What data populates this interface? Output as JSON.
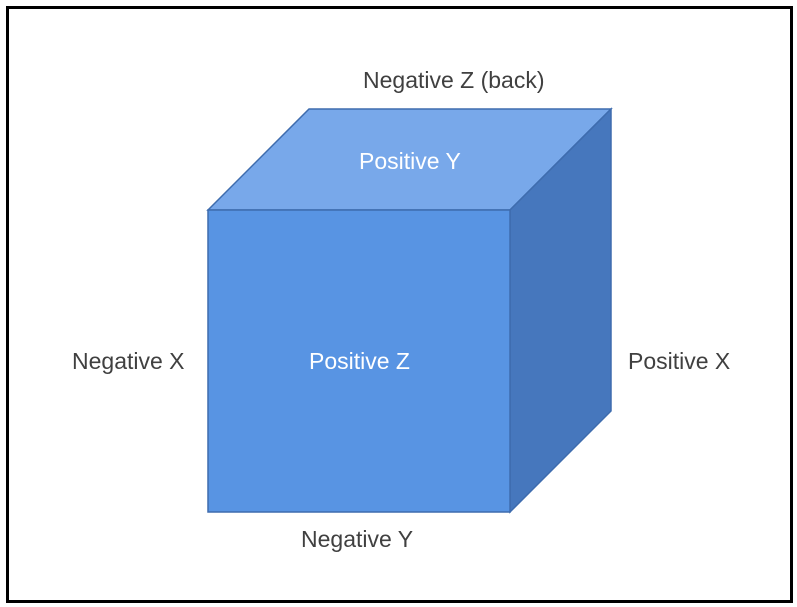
{
  "colors": {
    "front_face": "#5894E3",
    "top_face": "#78A8EA",
    "right_face": "#4677BD",
    "edge": "#3E6CAE",
    "outer_label": "#404040",
    "face_label": "#ffffff",
    "border": "#000000"
  },
  "labels": {
    "top": "Negative Z (back)",
    "top_face": "Positive Y",
    "left": "Negative X",
    "front_face": "Positive Z",
    "right": "Positive X",
    "bottom": "Negative Y"
  }
}
